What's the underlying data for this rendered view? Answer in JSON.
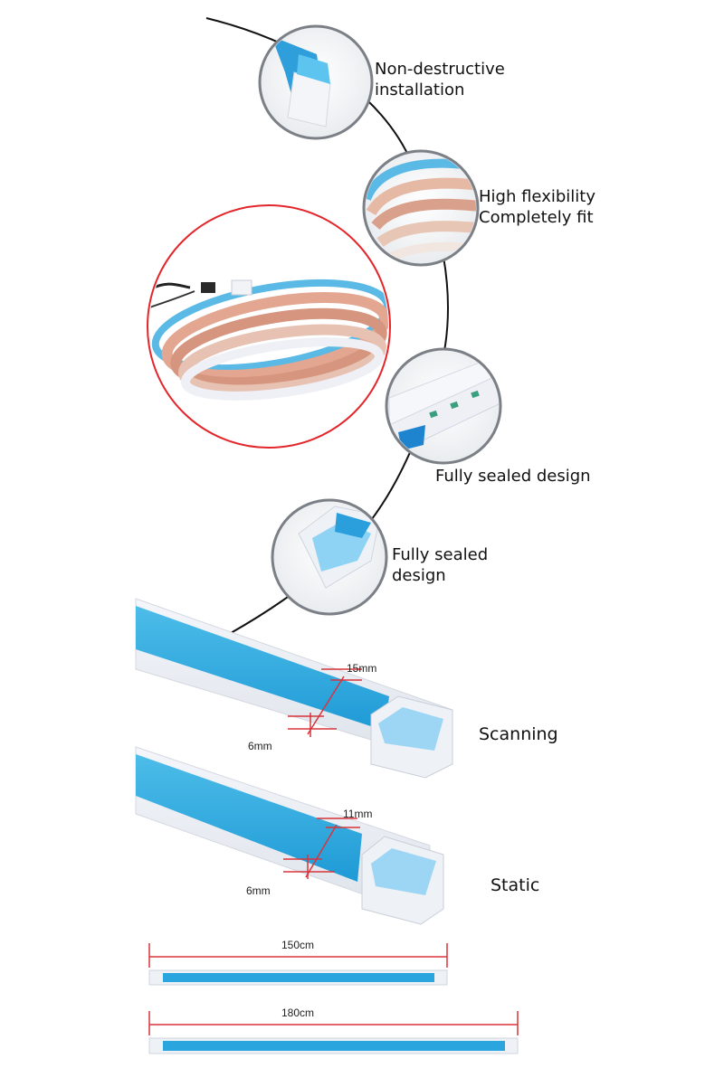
{
  "features": [
    {
      "lines": [
        "Non-destructive",
        "installation"
      ]
    },
    {
      "lines": [
        "High flexibility",
        "Completely fit"
      ]
    },
    {
      "lines": [
        "Fully sealed design"
      ]
    },
    {
      "lines": [
        "Fully sealed",
        "design"
      ]
    }
  ],
  "variants": [
    {
      "name": "Scanning",
      "width": "15mm",
      "height": "6mm"
    },
    {
      "name": "Static",
      "width": "11mm",
      "height": "6mm"
    }
  ],
  "lengths": [
    "150cm",
    "180cm"
  ],
  "colors": {
    "accent_blue": "#2aa5dd",
    "dimension_red": "#d8343a",
    "highlight_circle": "#e3262b"
  }
}
